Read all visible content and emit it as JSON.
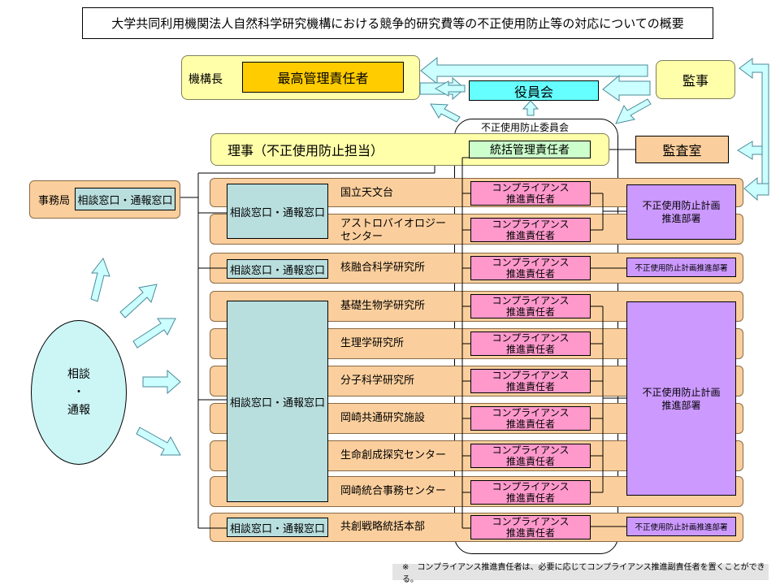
{
  "title": "大学共同利用機関法人自然科学研究機構における競争的研究費等の不正使用防止等の対応についての概要",
  "top": {
    "director_general": "機構長",
    "chief_manager": "最高管理責任者",
    "board": "役員会",
    "auditor": "監事",
    "committee_label": "不正使用防止委員会",
    "executive": "理事（不正使用防止担当）",
    "general_manager": "統括管理責任者",
    "audit_office": "監査室"
  },
  "secretariat": {
    "label": "事務局",
    "window": "相談窓口・通報窓口"
  },
  "oval": {
    "line1": "相談",
    "line2": "・",
    "line3": "通報"
  },
  "window_label": "相談窓口・通報窓口",
  "units": [
    "国立天文台",
    "アストロバイオロジー",
    "センター",
    "核融合科学研究所",
    "基礎生物学研究所",
    "生理学研究所",
    "分子科学研究所",
    "岡崎共通研究施設",
    "生命創成探究センター",
    "岡崎統合事務センター",
    "共創戦略統括本部"
  ],
  "compliance": {
    "line1": "コンプライアンス",
    "line2": "推進責任者"
  },
  "promotion_dept": {
    "line1": "不正使用防止計画",
    "line2": "推進部署",
    "single": "不正使用防止計画推進部署"
  },
  "note": "※　コンプライアンス推進責任者は、必要に応じてコンプライアンス推進副責任者を置くことができる。"
}
